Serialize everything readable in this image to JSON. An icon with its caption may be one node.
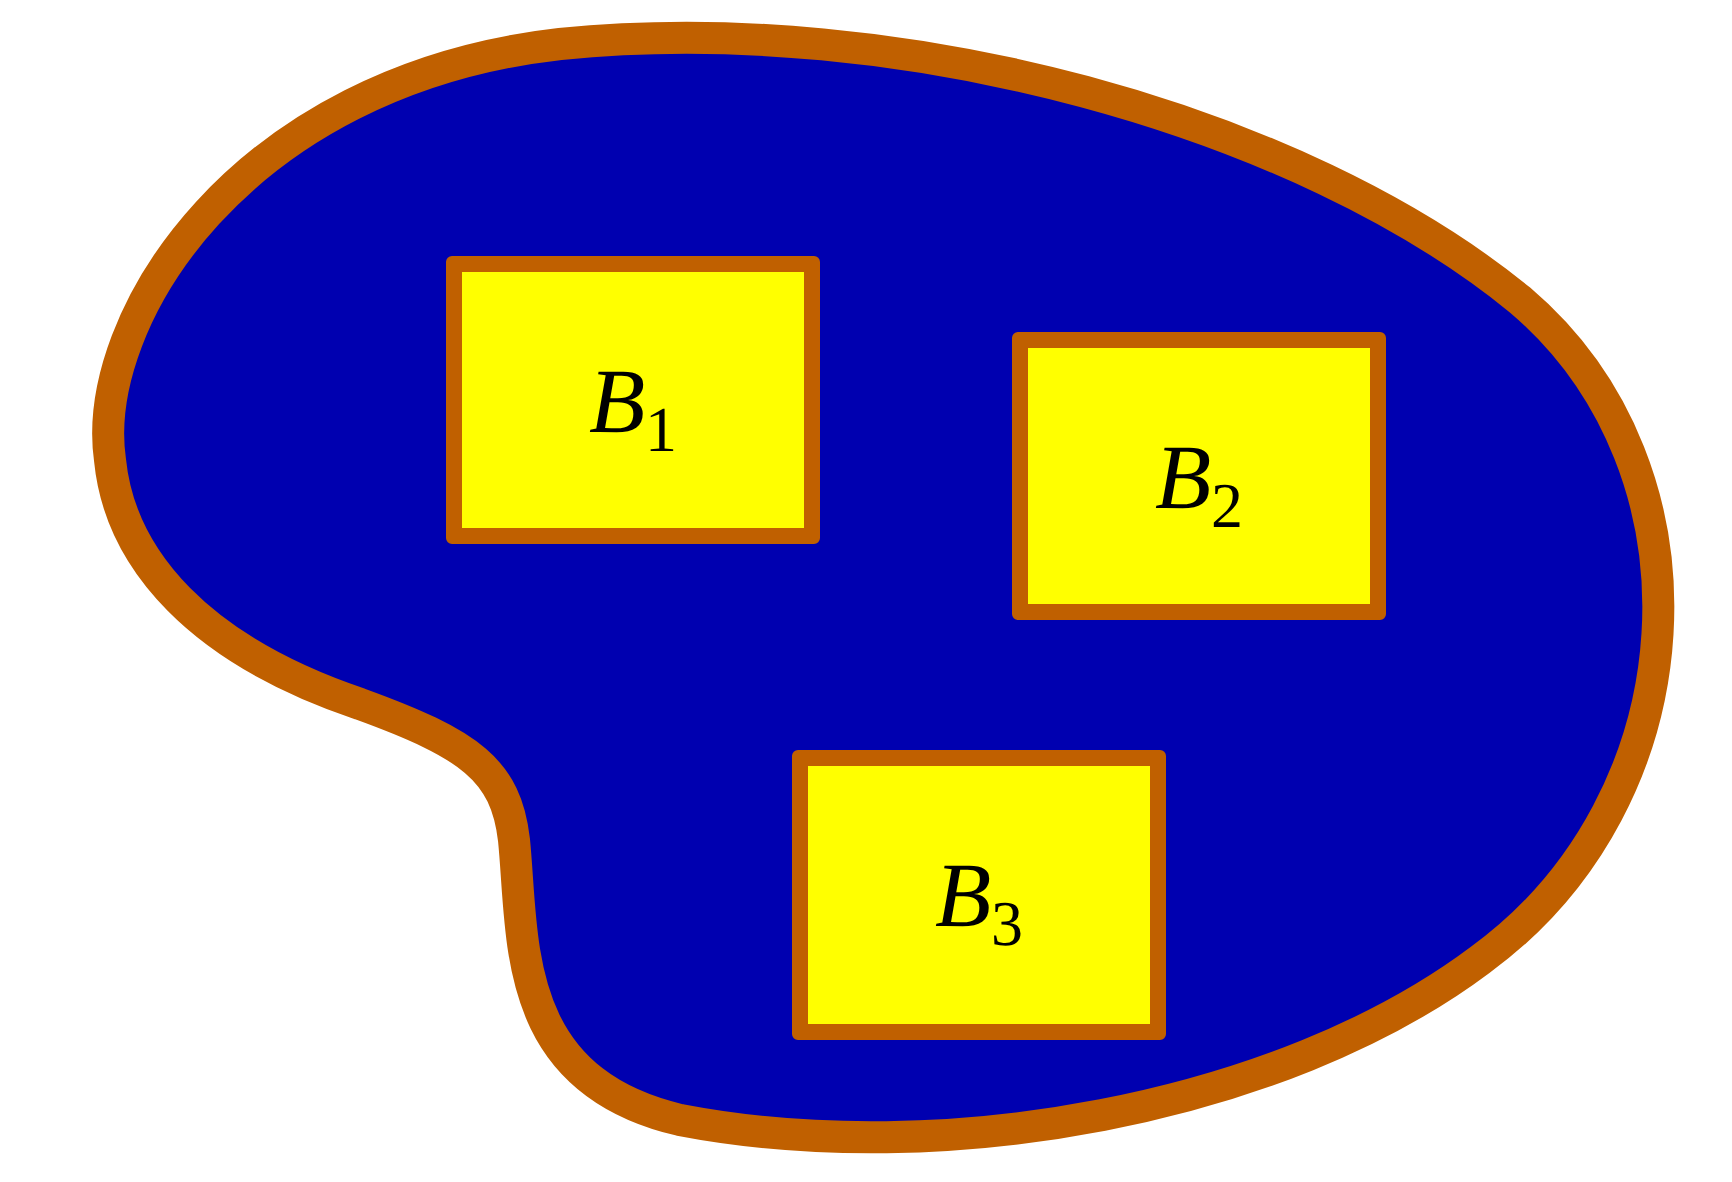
{
  "diagram": {
    "nodes": [
      {
        "text": [],
        "shape": "blob"
      },
      {
        "text": [
          "*B*$_{1}$"
        ],
        "in": 0
      },
      {
        "text": [
          "*B*$_{2}$"
        ],
        "in": 0
      },
      {
        "text": [
          "*B*$_{3}$"
        ],
        "in": 0
      }
    ]
  }
}
